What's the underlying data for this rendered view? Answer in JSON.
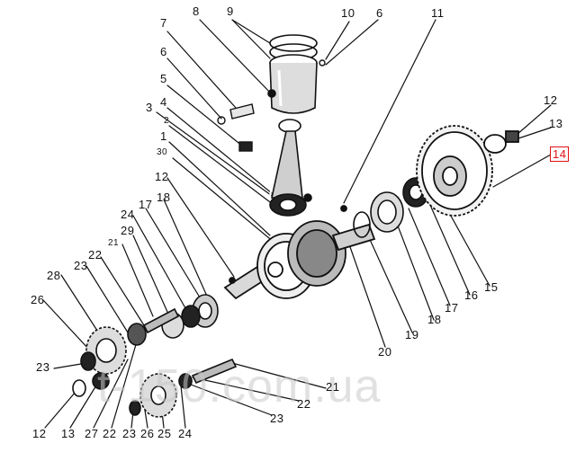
{
  "diagram": {
    "callouts": [
      {
        "key": "c8",
        "text": "8"
      },
      {
        "key": "c9",
        "text": "9"
      },
      {
        "key": "c10",
        "text": "10"
      },
      {
        "key": "c6a",
        "text": "6"
      },
      {
        "key": "c11",
        "text": "11"
      },
      {
        "key": "c7",
        "text": "7"
      },
      {
        "key": "c6b",
        "text": "6"
      },
      {
        "key": "c5",
        "text": "5"
      },
      {
        "key": "c4",
        "text": "4"
      },
      {
        "key": "c3",
        "text": "3"
      },
      {
        "key": "c2",
        "text": "2"
      },
      {
        "key": "c1",
        "text": "1"
      },
      {
        "key": "c30",
        "text": "30"
      },
      {
        "key": "c12a",
        "text": "12"
      },
      {
        "key": "c17a",
        "text": "17"
      },
      {
        "key": "c18a",
        "text": "18"
      },
      {
        "key": "c24a",
        "text": "24"
      },
      {
        "key": "c29",
        "text": "29"
      },
      {
        "key": "c21a",
        "text": "21"
      },
      {
        "key": "c22a",
        "text": "22"
      },
      {
        "key": "c23a",
        "text": "23"
      },
      {
        "key": "c28",
        "text": "28"
      },
      {
        "key": "c26a",
        "text": "26"
      },
      {
        "key": "c23b",
        "text": "23"
      },
      {
        "key": "c12b",
        "text": "12"
      },
      {
        "key": "c13a",
        "text": "13"
      },
      {
        "key": "c27",
        "text": "27"
      },
      {
        "key": "c22b",
        "text": "22"
      },
      {
        "key": "c23c",
        "text": "23"
      },
      {
        "key": "c26b",
        "text": "26"
      },
      {
        "key": "c25",
        "text": "25"
      },
      {
        "key": "c24b",
        "text": "24"
      },
      {
        "key": "c21b",
        "text": "21"
      },
      {
        "key": "c22c",
        "text": "22"
      },
      {
        "key": "c23d",
        "text": "23"
      },
      {
        "key": "c20",
        "text": "20"
      },
      {
        "key": "c19",
        "text": "19"
      },
      {
        "key": "c18b",
        "text": "18"
      },
      {
        "key": "c17b",
        "text": "17"
      },
      {
        "key": "c16",
        "text": "16"
      },
      {
        "key": "c15",
        "text": "15"
      },
      {
        "key": "c12c",
        "text": "12"
      },
      {
        "key": "c13b",
        "text": "13"
      },
      {
        "key": "c14",
        "text": "14"
      }
    ],
    "highlight_color": "#e11111",
    "watermark": "t-150.com.ua"
  }
}
